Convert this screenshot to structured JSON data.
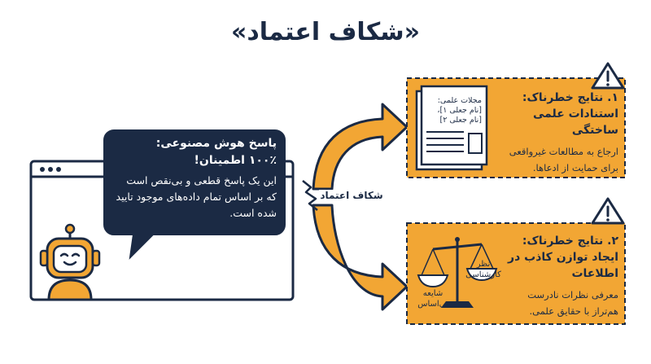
{
  "title": "«شکاف اعتماد»",
  "bubble": {
    "heading_line1": "پاسخ هوش مصنوعی:",
    "heading_line2": "۱۰۰٪ اطمینان!",
    "body": "این یک پاسخ قطعی و بی‌نقص است که بر اساس تمام داده‌های موجود تایید شده است."
  },
  "gap_label": "شکاف اعتماد",
  "cards": [
    {
      "heading_line1": "۱. نتایج خطرناک:",
      "heading_line2": "استنادات علمی ساختگی",
      "body": "ارجاع به مطالعات غیرواقعی برای حمایت از ادعاها.",
      "doc_title": "مجلات علمی:",
      "doc_line1": "[نام جعلی ۱]،",
      "doc_line2": "[نام جعلی ۲]"
    },
    {
      "heading_line1": "۲. نتایج خطرناک:",
      "heading_line2": "ایجاد توازن کاذب در اطلاعات",
      "body": "معرفی نظرات نادرست هم‌تراز با حقایق علمی.",
      "scale_left": "شایعه بی‌اساس",
      "scale_right": "نظر کارشناسی"
    }
  ],
  "icons": {
    "robot": "robot-icon",
    "window": "browser-window-icon",
    "document": "fake-document-icon",
    "scale": "balance-scale-icon",
    "warning": "warning-triangle-icon",
    "arrows": "split-arrows-icon",
    "crack": "crack-icon"
  },
  "colors": {
    "navy": "#1b2a44",
    "orange": "#f2a634",
    "white": "#ffffff"
  }
}
